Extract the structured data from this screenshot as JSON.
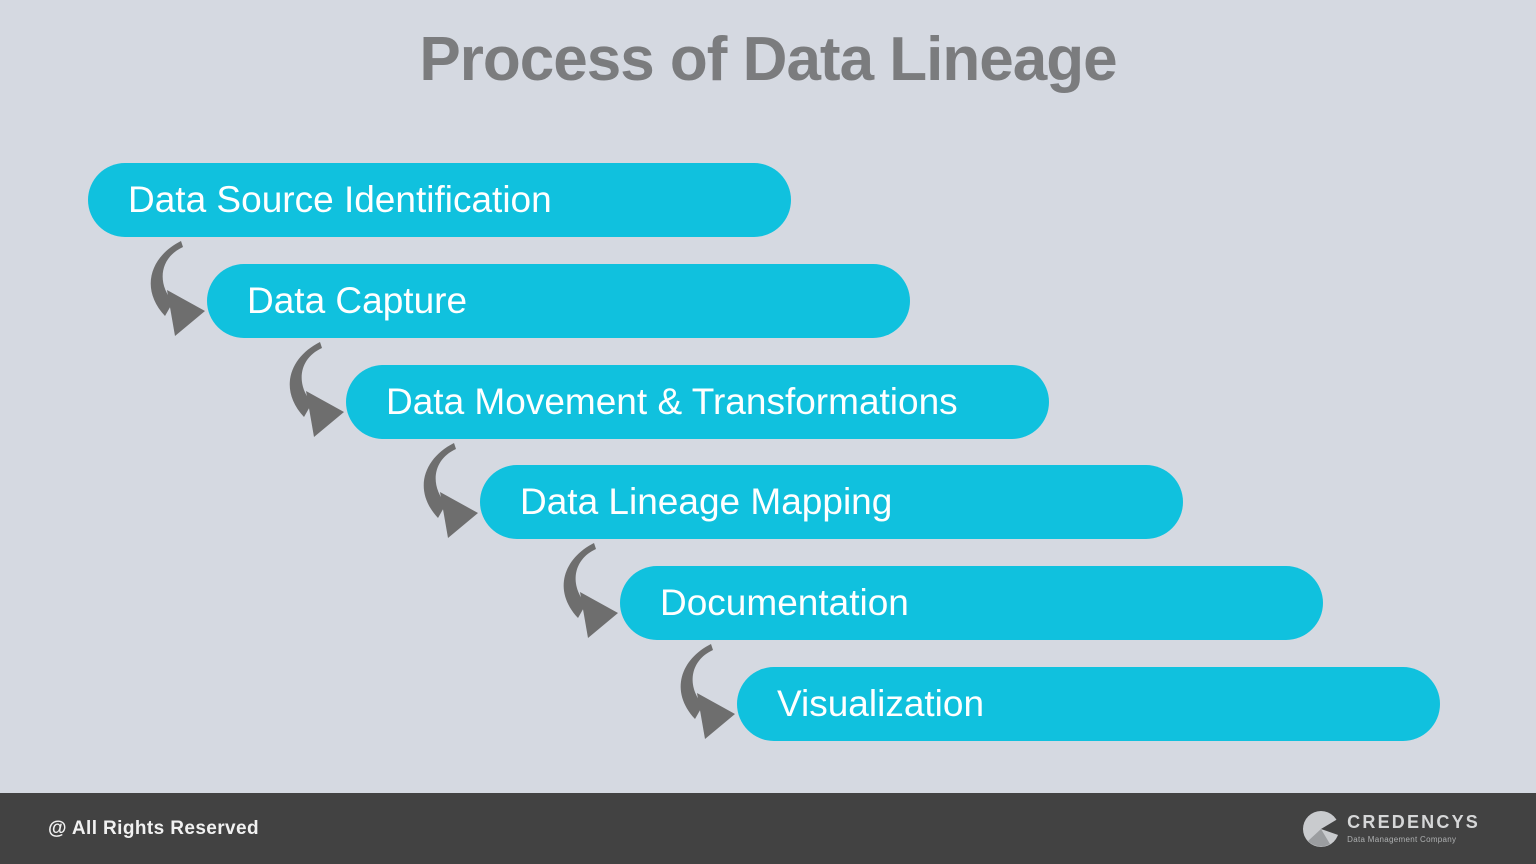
{
  "title": "Process of Data Lineage",
  "steps": [
    {
      "label": "Data Source Identification"
    },
    {
      "label": "Data Capture"
    },
    {
      "label": "Data Movement & Transformations"
    },
    {
      "label": "Data Lineage Mapping"
    },
    {
      "label": "Documentation"
    },
    {
      "label": "Visualization"
    }
  ],
  "footer": {
    "copyright": "@ All Rights Reserved",
    "logo": {
      "name": "CREDENCYS",
      "tagline": "Data Management Company"
    }
  },
  "colors": {
    "background": "#d5d9e1",
    "pill": "#10c1de",
    "pill_text": "#ffffff",
    "title_text": "#7b7c7e",
    "arrow": "#6e6e6e",
    "footer_bg": "#424242",
    "footer_text": "#f1f1f1"
  },
  "icons": {
    "step_arrow": "curved-arrow-icon",
    "logo_mark": "pie-circle-icon"
  }
}
